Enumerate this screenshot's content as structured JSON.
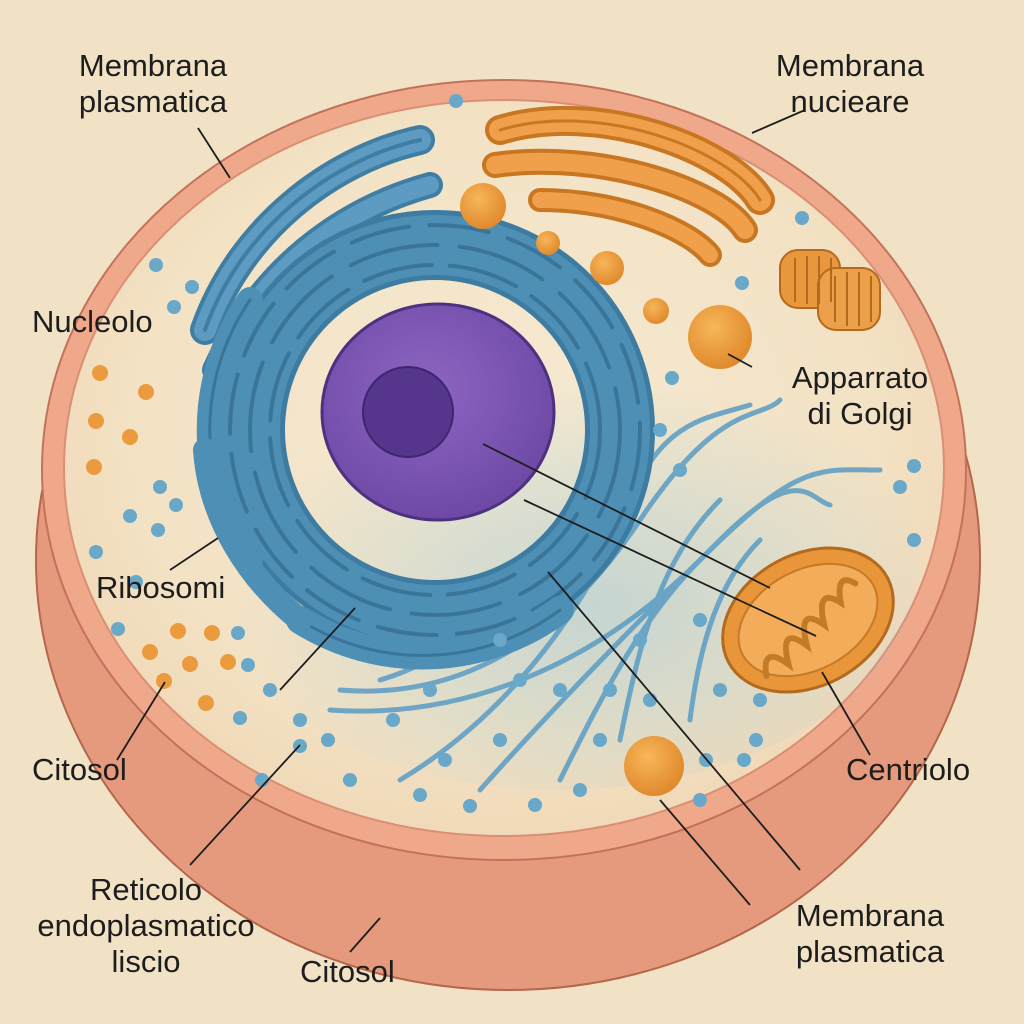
{
  "labels": {
    "membrana_plasmatica_top": [
      "Membrana",
      "plasmatica"
    ],
    "membrana_nucleare": [
      "Membrana",
      "nucieare"
    ],
    "nucleolo": "Nucleolo",
    "apparato_golgi": [
      "Apparrato",
      "di Golgi"
    ],
    "ribosomi": "Ribosomi",
    "citosol_left": "Citosol",
    "centriolo": "Centriolo",
    "reticolo": [
      "Reticolo",
      "endoplasmatico",
      "liscio"
    ],
    "citosol_bottom": "Citosol",
    "membrana_plasmatica_bottom": [
      "Membrana",
      "plasmatica"
    ]
  },
  "colors": {
    "background": "#f1e2c6",
    "cell_membrane": "#e99a7f",
    "cytoplasm": "#f4e4c8",
    "endoplasmic_reticulum": "#4d8fb5",
    "nucleus": "#7d55b0",
    "nucleolus": "#55368c",
    "organelles_orange": "#eb9638"
  }
}
